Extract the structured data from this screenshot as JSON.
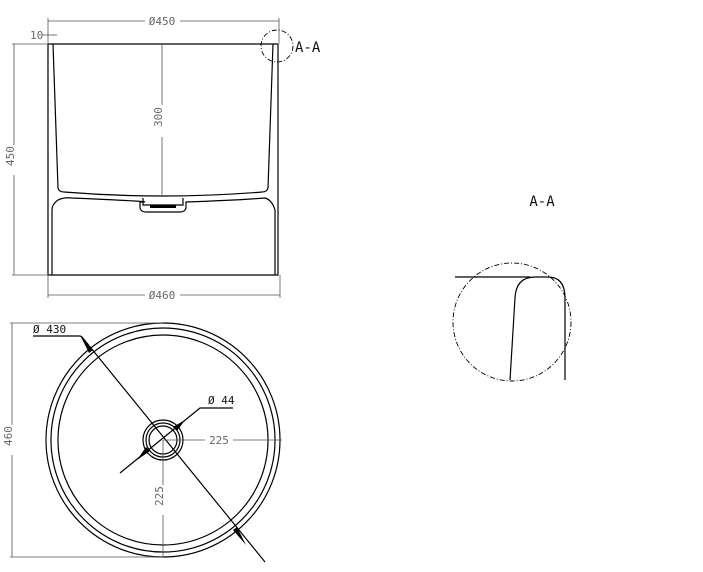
{
  "front_view": {
    "top_diameter": "Ø450",
    "base_diameter": "Ø460",
    "rim_thickness": "10",
    "height": "450",
    "bowl_depth": "300",
    "section_marker": "A-A"
  },
  "top_view": {
    "outer_diameter": "460",
    "bowl_diameter": "Ø 430",
    "drain_diameter": "Ø 44",
    "center_offset_x": "225",
    "center_offset_y": "225"
  },
  "detail_view": {
    "title": "A-A"
  }
}
